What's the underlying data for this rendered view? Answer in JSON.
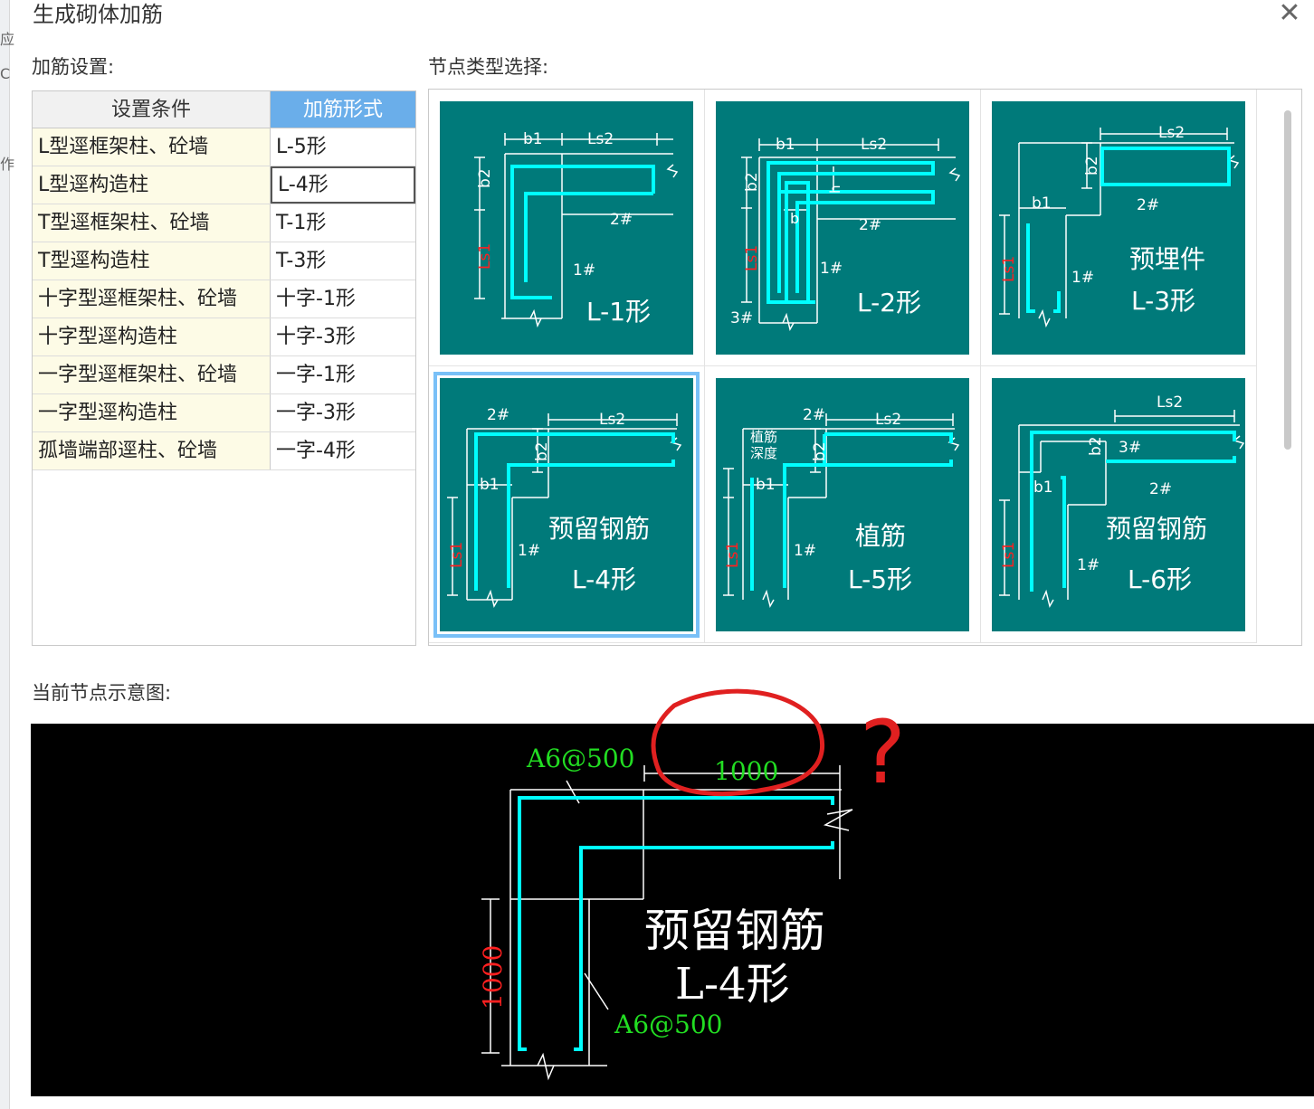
{
  "window": {
    "title": "生成砌体加筋",
    "close_glyph": "✕"
  },
  "sections": {
    "settings_label": "加筋设置:",
    "node_type_label": "节点类型选择:",
    "preview_label": "当前节点示意图:"
  },
  "table": {
    "headers": [
      "设置条件",
      "加筋形式"
    ],
    "rows": [
      {
        "condition": "L型逕框架柱、砼墙",
        "form": "L-5形"
      },
      {
        "condition": "L型逕构造柱",
        "form": "L-4形"
      },
      {
        "condition": "T型逕框架柱、砼墙",
        "form": "T-1形"
      },
      {
        "condition": "T型逕构造柱",
        "form": "T-3形"
      },
      {
        "condition": "十字型逕框架柱、砼墙",
        "form": "十字-1形"
      },
      {
        "condition": "十字型逕构造柱",
        "form": "十字-3形"
      },
      {
        "condition": "一字型逕框架柱、砼墙",
        "form": "一字-1形"
      },
      {
        "condition": "一字型逕构造柱",
        "form": "一字-3形"
      },
      {
        "condition": "孤墙端部逕柱、砼墙",
        "form": "一字-4形"
      }
    ],
    "selected_row": 1
  },
  "thumbnails": [
    {
      "name": "L-1形",
      "labels": {
        "b1": "b1",
        "ls2": "Ls2",
        "b2": "b2",
        "ls1": "Ls1",
        "r1": "1#",
        "r2": "2#"
      }
    },
    {
      "name": "L-2形",
      "labels": {
        "b1": "b1",
        "ls2": "Ls2",
        "b2": "b2",
        "ls1": "Ls1",
        "r1": "1#",
        "r2": "2#",
        "r3": "3#",
        "b": "b",
        "h": "h"
      }
    },
    {
      "name": "L-3形",
      "caption": "预埋件",
      "labels": {
        "b1": "b1",
        "ls2": "Ls2",
        "b2": "b2",
        "ls1": "Ls1",
        "r1": "1#",
        "r2": "2#"
      }
    },
    {
      "name": "L-4形",
      "caption": "预留钢筋",
      "labels": {
        "b1": "b1",
        "ls2": "Ls2",
        "b2": "b2",
        "ls1": "Ls1",
        "r1": "1#",
        "r2": "2#"
      }
    },
    {
      "name": "L-5形",
      "caption": "植筋",
      "labels": {
        "b1": "b1",
        "ls2": "Ls2",
        "b2": "b2",
        "ls1": "Ls1",
        "r1": "1#",
        "r2": "2#",
        "depth1": "植筋",
        "depth2": "深度"
      }
    },
    {
      "name": "L-6形",
      "caption": "预留钢筋",
      "labels": {
        "b1": "b1",
        "ls2": "Ls2",
        "b2": "b2",
        "ls1": "Ls1",
        "r1": "1#",
        "r2": "2#",
        "r3": "3#"
      }
    }
  ],
  "selected_thumbnail": 3,
  "preview": {
    "top_bar_label": "A6@500",
    "bottom_bar_label": "A6@500",
    "horizontal_length": "1000",
    "vertical_length": "1000",
    "caption": "预留钢筋",
    "name": "L-4形",
    "annotation_mark": "?"
  },
  "colors": {
    "thumb_bg": "#007a7a",
    "rebar": "#00ffff",
    "dim_red": "#ff2020",
    "preview_green": "#22dd22",
    "header_blue": "#6aaeea",
    "annotation_red": "#e02020"
  },
  "left_strip_glyphs": [
    "应",
    "C",
    "作"
  ]
}
